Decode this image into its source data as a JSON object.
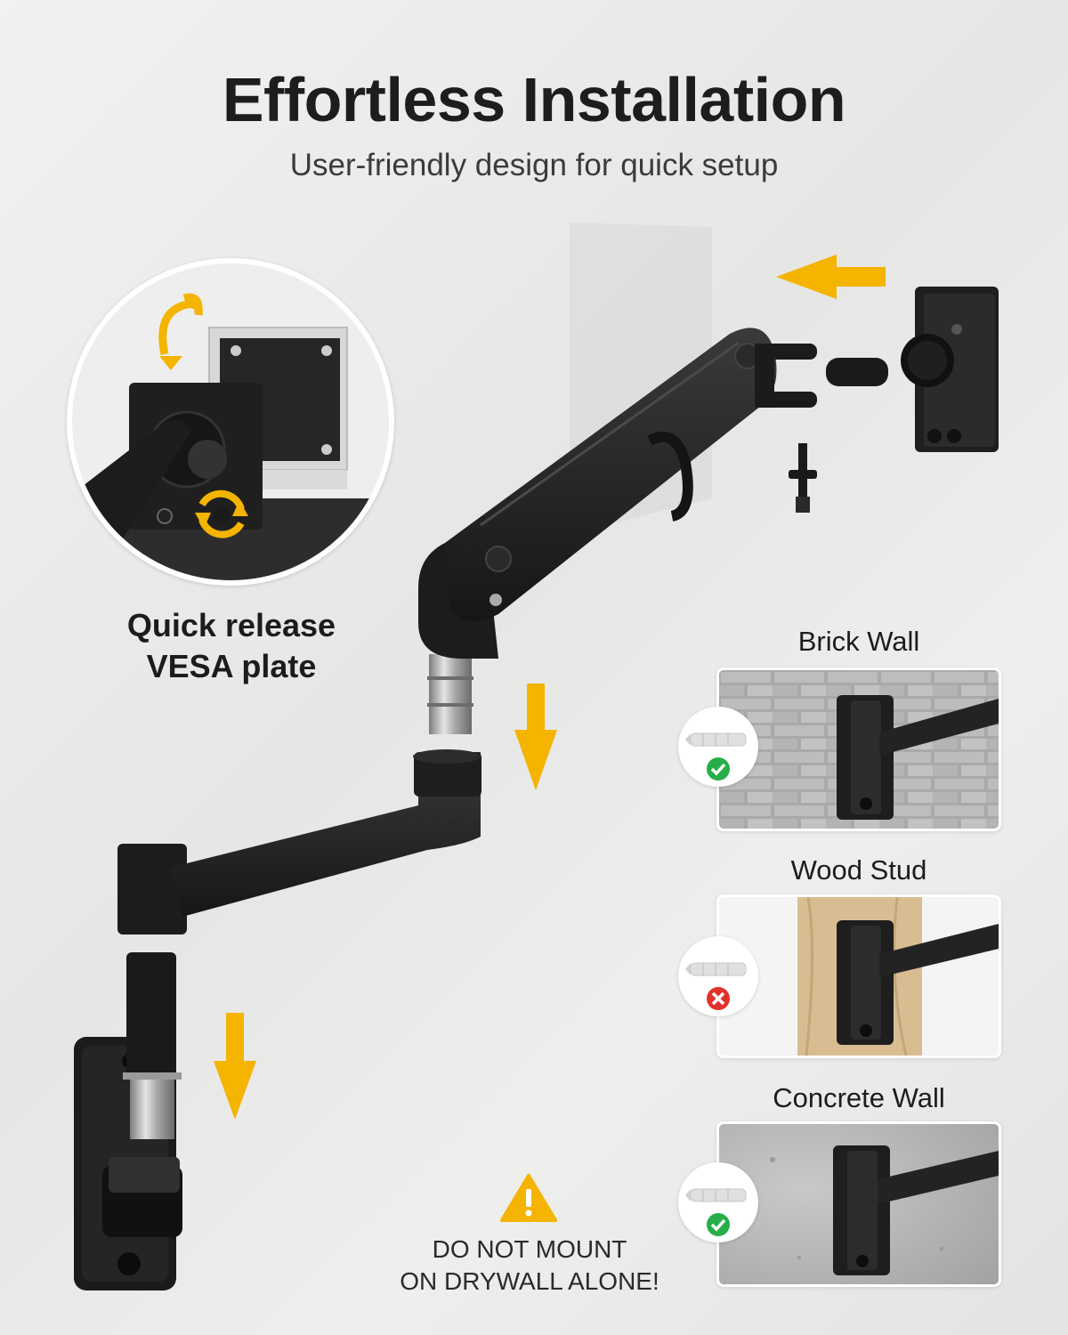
{
  "header": {
    "title": "Effortless Installation",
    "subtitle": "User-friendly design for quick setup"
  },
  "callout": {
    "label_line1": "Quick release",
    "label_line2": "VESA plate"
  },
  "wall_types": [
    {
      "label": "Brick Wall",
      "anchor_status": "ok"
    },
    {
      "label": "Wood Stud",
      "anchor_status": "not-needed"
    },
    {
      "label": "Concrete Wall",
      "anchor_status": "ok"
    }
  ],
  "warning": {
    "line1": "DO NOT MOUNT",
    "line2": "ON DRYWALL ALONE!"
  },
  "colors": {
    "accent_arrow": "#f4b400",
    "check_green": "#27ae48",
    "cross_red": "#e0322c",
    "arm_black": "#1e1e1e"
  }
}
